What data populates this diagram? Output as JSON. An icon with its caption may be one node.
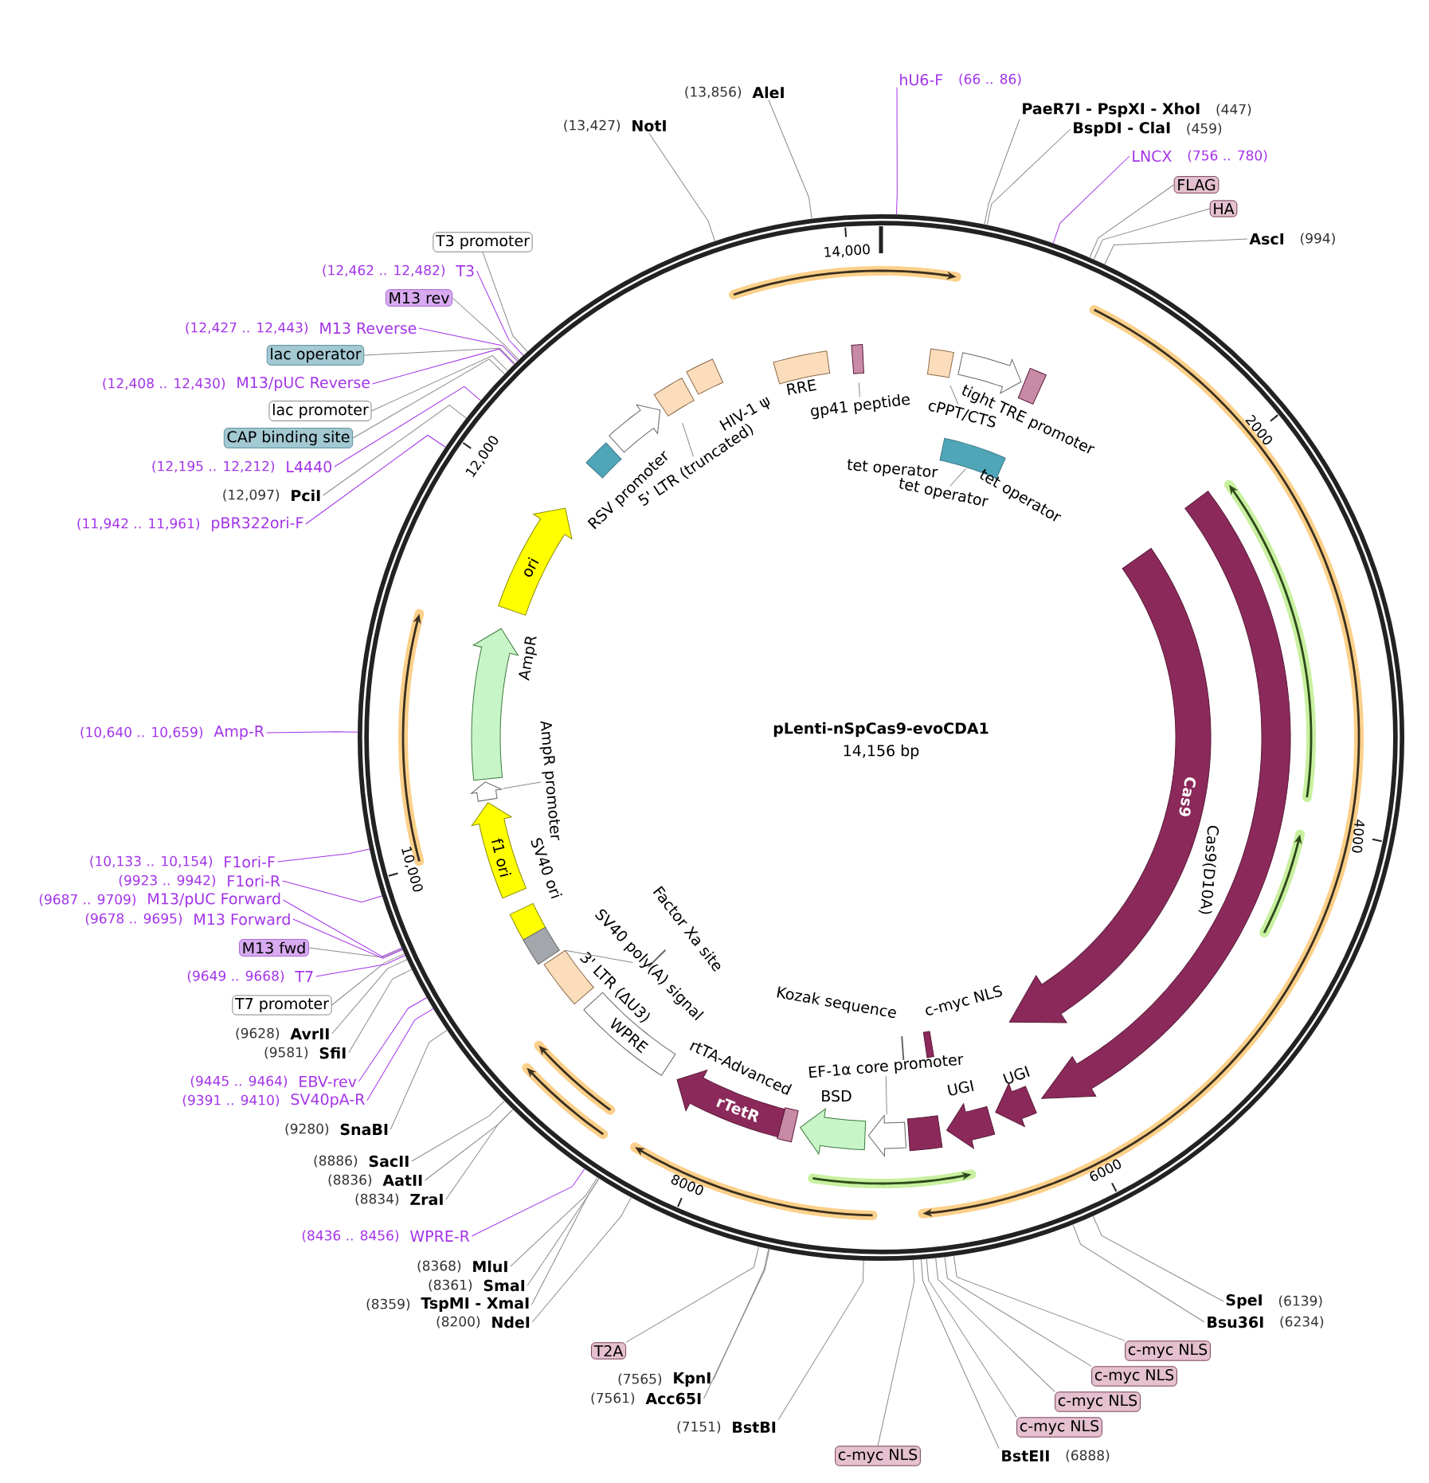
{
  "diagram": {
    "title": "pLenti-nSpCas9-evoCDA1",
    "nodes": [
      {
        "text": [
          "NotI"
        ],
        "beside": [
          "(13,427)"
        ]
      },
      {
        "text": [
          "AleI"
        ],
        "beside": [
          "(13,856)"
        ]
      },
      {
        "text": [
          "hU6-F"
        ],
        "beside": [
          "(66 .. 86)"
        ]
      },
      {
        "text": [
          "PaeR7I - PspXI - XhoI"
        ],
        "beside": [
          "(447)"
        ]
      },
      {
        "text": [
          "BspDI - ClaI"
        ],
        "beside": [
          "(459)"
        ]
      },
      {
        "text": [
          "LNCX"
        ],
        "beside": [
          "(756 .. 780)"
        ]
      },
      {
        "text": [
          "FLAG"
        ]
      },
      {
        "text": [
          "HA"
        ]
      },
      {
        "text": [
          "AscI"
        ],
        "beside": [
          "(994)"
        ]
      },
      {
        "text": [
          "SpeI"
        ],
        "beside": [
          "(6139)"
        ]
      },
      {
        "text": [
          "Bsu36I"
        ],
        "beside": [
          "(6234)"
        ]
      },
      {
        "text": [
          "c-myc NLS"
        ]
      },
      {
        "text": [
          "c-myc NLS"
        ]
      },
      {
        "text": [
          "c-myc NLS"
        ]
      },
      {
        "text": [
          "c-myc NLS"
        ]
      },
      {
        "text": [
          "BstEII"
        ],
        "beside": [
          "(6888)"
        ]
      },
      {
        "text": [
          "c-myc NLS"
        ]
      },
      {
        "text": [
          "BstBI"
        ],
        "beside": [
          "(7151)"
        ]
      },
      {
        "text": [
          "Acc65I"
        ],
        "beside": [
          "(7561)"
        ]
      },
      {
        "text": [
          "KpnI"
        ],
        "beside": [
          "(7565)"
        ]
      },
      {
        "text": [
          "T2A"
        ]
      },
      {
        "text": [
          "NdeI"
        ],
        "beside": [
          "(8200)"
        ]
      },
      {
        "text": [
          "TspMI - XmaI"
        ],
        "beside": [
          "(8359)"
        ]
      },
      {
        "text": [
          "SmaI"
        ],
        "beside": [
          "(8361)"
        ]
      },
      {
        "text": [
          "MluI"
        ],
        "beside": [
          "(8368)"
        ]
      },
      {
        "text": [
          "WPRE-R"
        ],
        "beside": [
          "(8436 .. 8456)"
        ]
      },
      {
        "text": [
          "ZraI"
        ],
        "beside": [
          "(8834)"
        ]
      },
      {
        "text": [
          "AatII"
        ],
        "beside": [
          "(8836)"
        ]
      },
      {
        "text": [
          "SacII"
        ],
        "beside": [
          "(8886)"
        ]
      },
      {
        "text": [
          "SnaBI"
        ],
        "beside": [
          "(9280)"
        ]
      },
      {
        "text": [
          "SV40pA-R"
        ],
        "beside": [
          "(9391 .. 9410)"
        ]
      },
      {
        "text": [
          "EBV-rev"
        ],
        "beside": [
          "(9445 .. 9464)"
        ]
      },
      {
        "text": [
          "SfiI"
        ],
        "beside": [
          "(9581)"
        ]
      },
      {
        "text": [
          "AvrII"
        ],
        "beside": [
          "(9628)"
        ]
      },
      {
        "text": [
          "T7 promoter"
        ]
      },
      {
        "text": [
          "T7"
        ],
        "beside": [
          "(9649 .. 9668)"
        ]
      },
      {
        "text": [
          "M13 fwd"
        ]
      },
      {
        "text": [
          "M13 Forward"
        ],
        "beside": [
          "(9678 .. 9695)"
        ]
      },
      {
        "text": [
          "M13/pUC Forward"
        ],
        "beside": [
          "(9687 .. 9709)"
        ]
      },
      {
        "text": [
          "F1ori-R"
        ],
        "beside": [
          "(9923 .. 9942)"
        ]
      },
      {
        "text": [
          "F1ori-F"
        ],
        "beside": [
          "(10,133 .. 10,154)"
        ]
      },
      {
        "text": [
          "Amp-R"
        ],
        "beside": [
          "(10,640 .. 10,659)"
        ]
      },
      {
        "text": [
          "pBR322ori-F"
        ],
        "beside": [
          "(11,942 .. 11,961)"
        ]
      },
      {
        "text": [
          "PciI"
        ],
        "beside": [
          "(12,097)"
        ]
      },
      {
        "text": [
          "L4440"
        ],
        "beside": [
          "(12,195 .. 12,212)"
        ]
      },
      {
        "text": [
          "CAP binding site"
        ]
      },
      {
        "text": [
          "lac promoter"
        ]
      },
      {
        "text": [
          "M13/pUC Reverse"
        ],
        "beside": [
          "(12,408 .. 12,430)"
        ]
      },
      {
        "text": [
          "lac operator"
        ]
      },
      {
        "text": [
          "M13 Reverse"
        ],
        "beside": [
          "(12,427 .. 12,443)"
        ]
      },
      {
        "text": [
          "M13 rev"
        ]
      },
      {
        "text": [
          "T3"
        ],
        "beside": [
          "(12,462 .. 12,482)"
        ]
      },
      {
        "text": [
          "T3 promoter"
        ]
      },
      {
        "text": [
          "RSV promoter"
        ]
      },
      {
        "text": [
          "5' LTR (truncated)"
        ]
      },
      {
        "text": [
          "HIV-1 ψ"
        ]
      },
      {
        "text": [
          "RRE"
        ]
      },
      {
        "text": [
          "gp41 peptide"
        ]
      },
      {
        "text": [
          "cPPT/CTS"
        ]
      },
      {
        "text": [
          "tight TRE promoter"
        ]
      },
      {
        "text": [
          "tet operator"
        ]
      },
      {
        "text": [
          "tet operator"
        ]
      },
      {
        "text": [
          "tet operator"
        ]
      },
      {
        "text": [
          "ori"
        ]
      },
      {
        "text": [
          "AmpR"
        ]
      },
      {
        "text": [
          "AmpR promoter"
        ]
      },
      {
        "text": [
          "f1 ori"
        ]
      },
      {
        "text": [
          "SV40 ori"
        ]
      },
      {
        "text": [
          "SV40 poly(A) signal"
        ]
      },
      {
        "text": [
          "3' LTR (ΔU3)"
        ]
      },
      {
        "text": [
          "WPRE"
        ]
      },
      {
        "text": [
          "Factor Xa site"
        ]
      },
      {
        "text": [
          "rtTA-Advanced"
        ]
      },
      {
        "text": [
          "rTetR"
        ]
      },
      {
        "text": [
          "EF-1α core promoter"
        ]
      },
      {
        "text": [
          "BSD"
        ]
      },
      {
        "text": [
          "Kozak sequence"
        ]
      },
      {
        "text": [
          "c-myc NLS"
        ]
      },
      {
        "text": [
          "UGI"
        ]
      },
      {
        "text": [
          "UGI"
        ]
      },
      {
        "text": [
          "Cas9"
        ]
      },
      {
        "text": [
          "Cas9(D10A)"
        ]
      },
      {
        "text": [],
        "shape": "arrow"
      },
      {
        "text": [],
        "shape": "arrow"
      },
      {
        "text": [],
        "shape": "box"
      },
      {
        "text": [],
        "shape": "box"
      },
      {
        "text": [],
        "shape": "box"
      },
      {
        "text": [],
        "shape": "box"
      }
    ],
    "edges": [
      {
        "from": 0,
        "to": null,
        "arrow": "none"
      },
      {
        "from": 1,
        "to": null,
        "arrow": "none"
      },
      {
        "from": 2,
        "to": null,
        "arrow": "none",
        "color": "#a335e8"
      },
      {
        "from": 3,
        "to": null,
        "arrow": "none"
      },
      {
        "from": 4,
        "to": null,
        "arrow": "none"
      },
      {
        "from": 5,
        "to": null,
        "arrow": "none",
        "color": "#a335e8"
      },
      {
        "from": 6,
        "to": null,
        "arrow": "none"
      },
      {
        "from": 7,
        "to": null,
        "arrow": "none"
      },
      {
        "from": 8,
        "to": null,
        "arrow": "none"
      },
      {
        "from": 9,
        "to": null,
        "arrow": "none"
      },
      {
        "from": 10,
        "to": null,
        "arrow": "none"
      },
      {
        "from": 11,
        "to": null,
        "arrow": "none"
      },
      {
        "from": 12,
        "to": null,
        "arrow": "none"
      },
      {
        "from": 13,
        "to": null,
        "arrow": "none"
      },
      {
        "from": 14,
        "to": null,
        "arrow": "none"
      },
      {
        "from": 15,
        "to": null,
        "arrow": "none"
      },
      {
        "from": 16,
        "to": null,
        "arrow": "none"
      },
      {
        "from": 17,
        "to": null,
        "arrow": "none"
      },
      {
        "from": 18,
        "to": null,
        "arrow": "none"
      },
      {
        "from": 19,
        "to": null,
        "arrow": "none"
      },
      {
        "from": 20,
        "to": null,
        "arrow": "none"
      },
      {
        "from": 21,
        "to": null,
        "arrow": "none"
      },
      {
        "from": 22,
        "to": null,
        "arrow": "none"
      },
      {
        "from": 23,
        "to": null,
        "arrow": "none"
      },
      {
        "from": 24,
        "to": null,
        "arrow": "none"
      },
      {
        "from": 25,
        "to": null,
        "arrow": "none",
        "color": "#a335e8"
      },
      {
        "from": 26,
        "to": null,
        "arrow": "none"
      },
      {
        "from": 27,
        "to": null,
        "arrow": "none"
      },
      {
        "from": 28,
        "to": null,
        "arrow": "none"
      },
      {
        "from": 29,
        "to": null,
        "arrow": "none"
      },
      {
        "from": 30,
        "to": null,
        "arrow": "none",
        "color": "#a335e8"
      },
      {
        "from": 31,
        "to": null,
        "arrow": "none",
        "color": "#a335e8"
      },
      {
        "from": 32,
        "to": null,
        "arrow": "none"
      },
      {
        "from": 33,
        "to": null,
        "arrow": "none"
      },
      {
        "from": 34,
        "to": null,
        "arrow": "none"
      },
      {
        "from": 35,
        "to": null,
        "arrow": "none",
        "color": "#a335e8"
      },
      {
        "from": 36,
        "to": null,
        "arrow": "none"
      },
      {
        "from": 37,
        "to": null,
        "arrow": "none",
        "color": "#a335e8"
      },
      {
        "from": 38,
        "to": null,
        "arrow": "none",
        "color": "#a335e8"
      },
      {
        "from": 39,
        "to": null,
        "arrow": "none",
        "color": "#a335e8"
      },
      {
        "from": 40,
        "to": null,
        "arrow": "none",
        "color": "#a335e8"
      },
      {
        "from": 41,
        "to": null,
        "arrow": "none",
        "color": "#a335e8"
      },
      {
        "from": 42,
        "to": null,
        "arrow": "none",
        "color": "#a335e8"
      },
      {
        "from": 43,
        "to": null,
        "arrow": "none"
      },
      {
        "from": 44,
        "to": null,
        "arrow": "none",
        "color": "#a335e8"
      },
      {
        "from": 45,
        "to": null,
        "arrow": "none"
      },
      {
        "from": 46,
        "to": null,
        "arrow": "none"
      },
      {
        "from": 47,
        "to": null,
        "arrow": "none",
        "color": "#a335e8"
      },
      {
        "from": 48,
        "to": null,
        "arrow": "none"
      },
      {
        "from": 49,
        "to": null,
        "arrow": "none",
        "color": "#a335e8"
      },
      {
        "from": 50,
        "to": null,
        "arrow": "none"
      },
      {
        "from": 51,
        "to": null,
        "arrow": "none",
        "color": "#a335e8"
      },
      {
        "from": 52,
        "to": null,
        "arrow": "none"
      },
      {
        "from": 54,
        "to": 84,
        "arrow": "none"
      },
      {
        "from": 57,
        "to": 85,
        "arrow": "none"
      },
      {
        "from": 58,
        "to": 86,
        "arrow": "none"
      },
      {
        "from": 62,
        "to": null,
        "arrow": "none"
      },
      {
        "from": 65,
        "to": 82,
        "arrow": "none"
      },
      {
        "from": 68,
        "to": 87,
        "arrow": "none"
      },
      {
        "from": 74,
        "to": 83,
        "arrow": "none"
      }
    ],
    "labels": [
      "14,156 bp",
      "14,000",
      "2000",
      "4000",
      "6000",
      "8000",
      "10,000",
      "12,000"
    ]
  }
}
